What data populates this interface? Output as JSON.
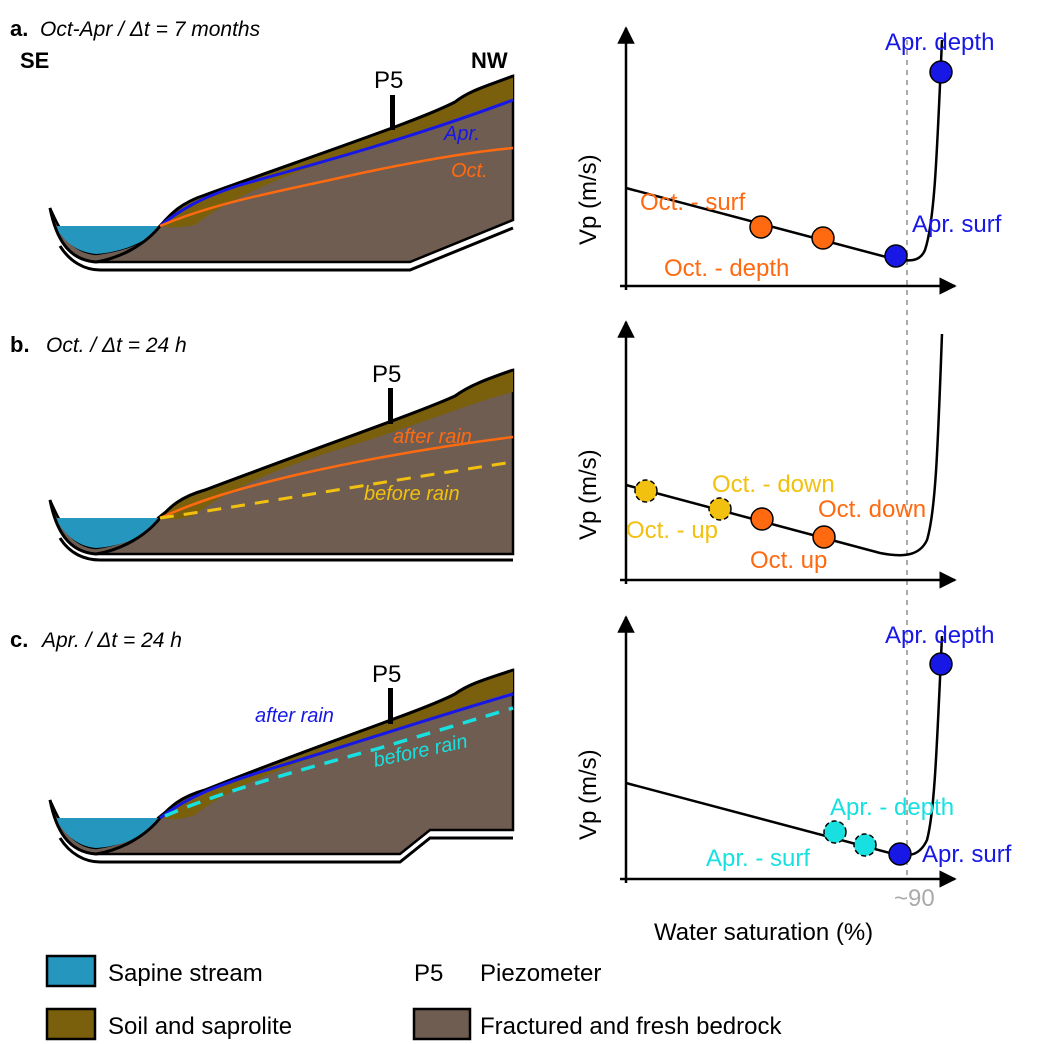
{
  "colors": {
    "water": "#2596be",
    "soil": "#7a5f0c",
    "bedrock": "#6f5d51",
    "october": "#ff6a10",
    "april": "#1717e6",
    "before_oct": "#f2c00e",
    "before_apr": "#18e0e0",
    "threshold": "#aaaaaa"
  },
  "panels": [
    {
      "letter": "a.",
      "title": "Oct-Apr / Δt = 7 months",
      "se": "SE",
      "nw": "NW",
      "piezometer": "P5",
      "line_upper": "Apr.",
      "line_lower": "Oct."
    },
    {
      "letter": "b.",
      "title": "Oct. / Δt = 24 h",
      "piezometer": "P5",
      "line_upper": "after rain",
      "line_lower": "before rain"
    },
    {
      "letter": "c.",
      "title": "Apr. / Δt = 24 h",
      "piezometer": "P5",
      "line_upper": "after rain",
      "line_lower": "before rain"
    }
  ],
  "curves": [
    {
      "ylabel": "Vp (m/s)",
      "points": [
        "Oct. - surf",
        "Oct. - depth",
        "Apr. surf",
        "Apr. depth"
      ]
    },
    {
      "ylabel": "Vp (m/s)",
      "points": [
        "Oct. - down",
        "Oct. down",
        "Oct. - up",
        "Oct. up"
      ]
    },
    {
      "ylabel": "Vp (m/s)",
      "points": [
        "Apr. depth",
        "Apr. - depth",
        "Apr. - surf",
        "Apr. surf"
      ]
    }
  ],
  "xlabel": "Water saturation (%)",
  "threshold_label": "~90",
  "legend": {
    "stream": "Sapine stream",
    "piezo_symbol": "P5",
    "piezo": "Piezometer",
    "soil": "Soil and saprolite",
    "bedrock": "Fractured and fresh bedrock"
  }
}
